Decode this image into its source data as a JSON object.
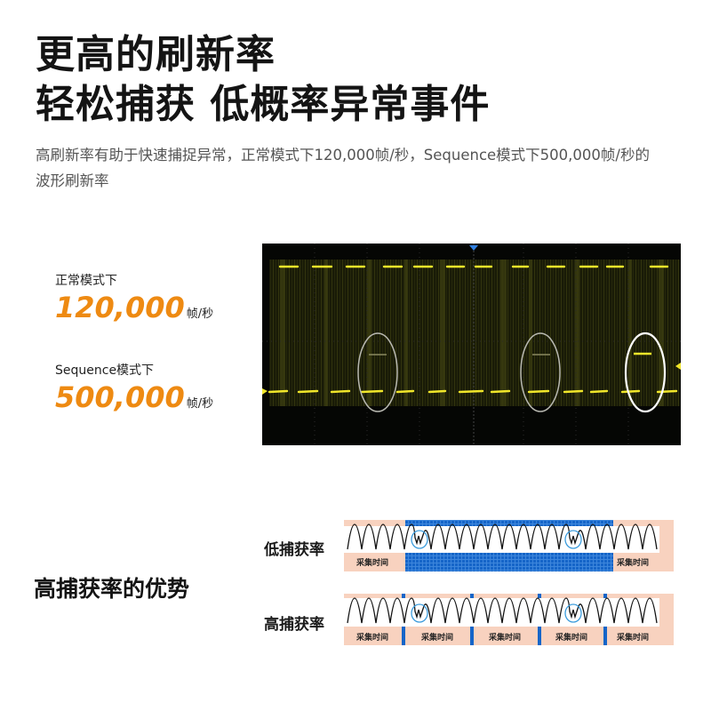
{
  "header": {
    "title_line1": "更高的刷新率",
    "title_line2": "轻松捕获 低概率异常事件",
    "description": "高刷新率有助于快速捕捉异常，正常模式下120,000帧/秒，Sequence模式下500,000帧/秒的波形刷新率"
  },
  "modes": [
    {
      "label": "正常模式下",
      "value": "120,000",
      "unit": "帧/秒"
    },
    {
      "label": "Sequence模式下",
      "value": "500,000",
      "unit": "帧/秒"
    }
  ],
  "scope": {
    "trace_color": "#f0e62a",
    "trigger_marker_color": "#2f7fe0",
    "highlight_circles": 3
  },
  "advantage": {
    "title": "高捕获率的优势",
    "low_rate_label": "低捕获率",
    "high_rate_label": "高捕获率",
    "acquisition_label": "采集时间",
    "colors": {
      "acquisition": "#f8d2bf",
      "dead_time": "#1565c8",
      "glitch_circle": "#3a9bdc"
    }
  }
}
